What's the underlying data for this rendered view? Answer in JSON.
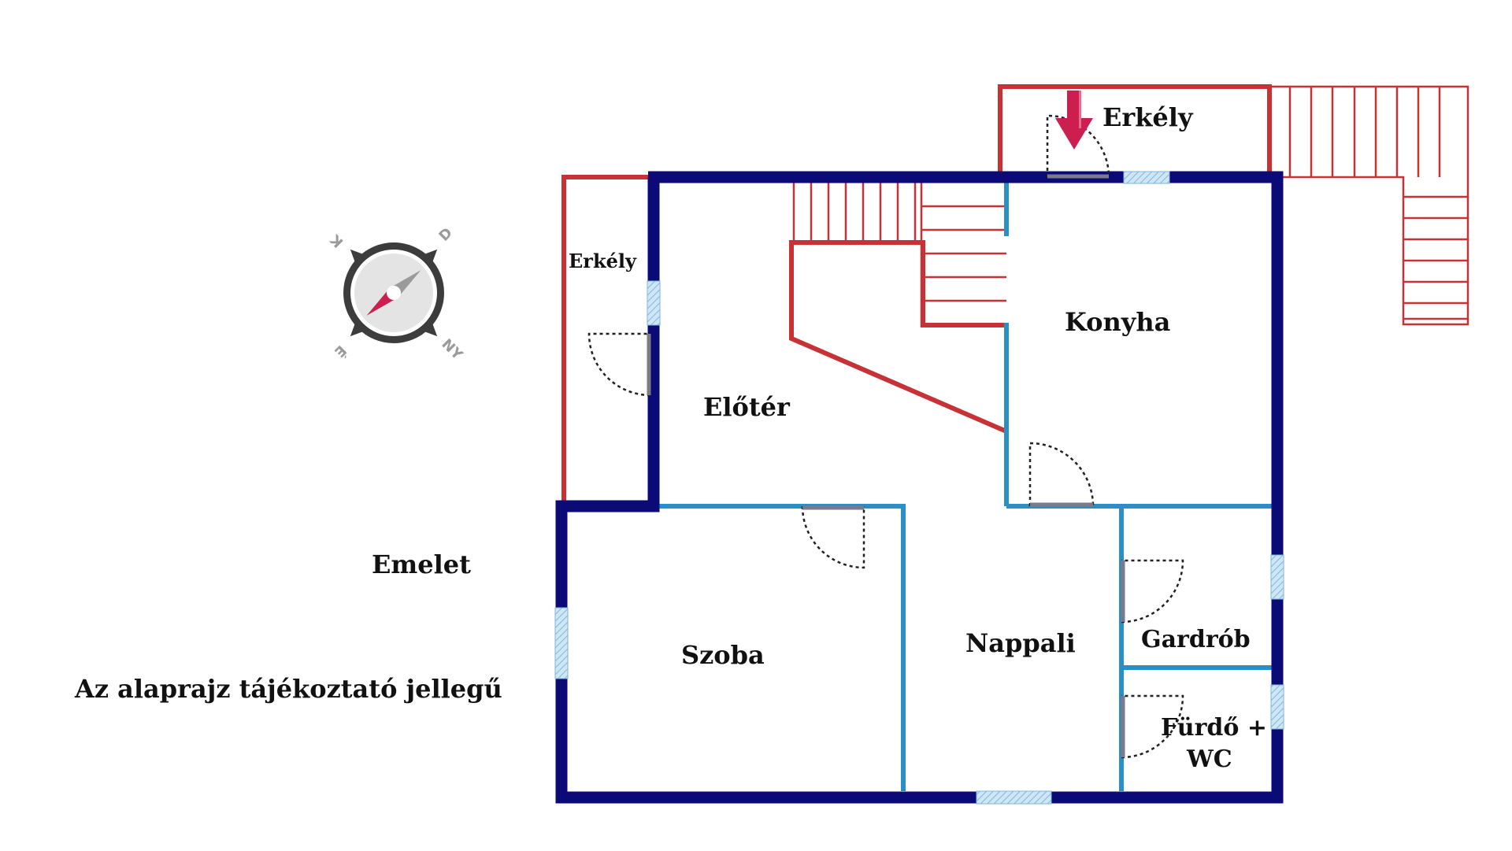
{
  "rooms": {
    "erkely_top": "Erkély",
    "erkely_left": "Erkély",
    "konyha": "Konyha",
    "eloter": "Előtér",
    "szoba": "Szoba",
    "nappali": "Nappali",
    "gardrob": "Gardrób",
    "furdo_line1": "Fürdő +",
    "furdo_line2": "WC"
  },
  "notes": {
    "floor": "Emelet",
    "disclaimer": "Az alaprajz tájékoztató jellegű"
  },
  "compass": {
    "north": "É",
    "south": "D",
    "east": "K",
    "west": "NY"
  },
  "colors": {
    "outer_wall": "#0b0b78",
    "inner_wall": "#2a8fc7",
    "balcony_stair": "#c63236",
    "entrance_arrow": "#cc1f4f",
    "window": "#a9d2ec",
    "compass_needle": "#cc1f4f"
  }
}
